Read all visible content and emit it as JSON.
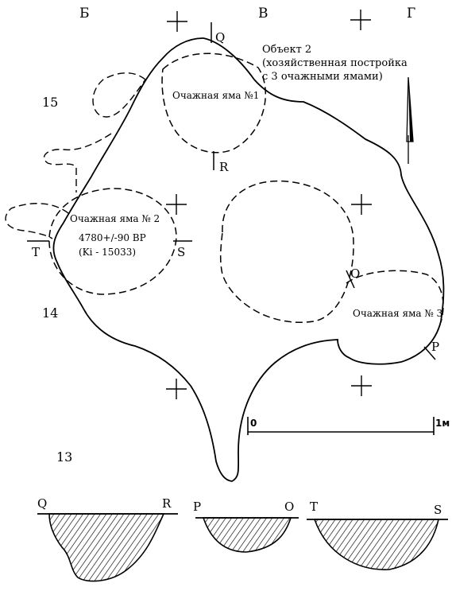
{
  "grid_columns": {
    "b": "Б",
    "v": "В",
    "g": "Г"
  },
  "grid_rows": {
    "r15": "15",
    "r14": "14",
    "r13": "13"
  },
  "object": {
    "line1": "Объект 2",
    "line2": "(хозяйственная постройка",
    "line3": "с 3 очажными ямами)"
  },
  "pits": {
    "pit1": "Очажная яма №1",
    "pit2": "Очажная яма № 2",
    "pit2_date": "4780+/-90 BP",
    "pit2_lab": "(Ki - 15033)",
    "pit3": "Очажная яма № 3"
  },
  "section_marks": {
    "q": "Q",
    "r": "R",
    "t": "T",
    "s": "S",
    "o": "O",
    "p": "P"
  },
  "scale": {
    "start": "0",
    "end": "1м"
  },
  "profiles": {
    "qr": {
      "left": "Q",
      "right": "R"
    },
    "po": {
      "left": "P",
      "right": "O"
    },
    "ts": {
      "left": "T",
      "right": "S"
    }
  }
}
